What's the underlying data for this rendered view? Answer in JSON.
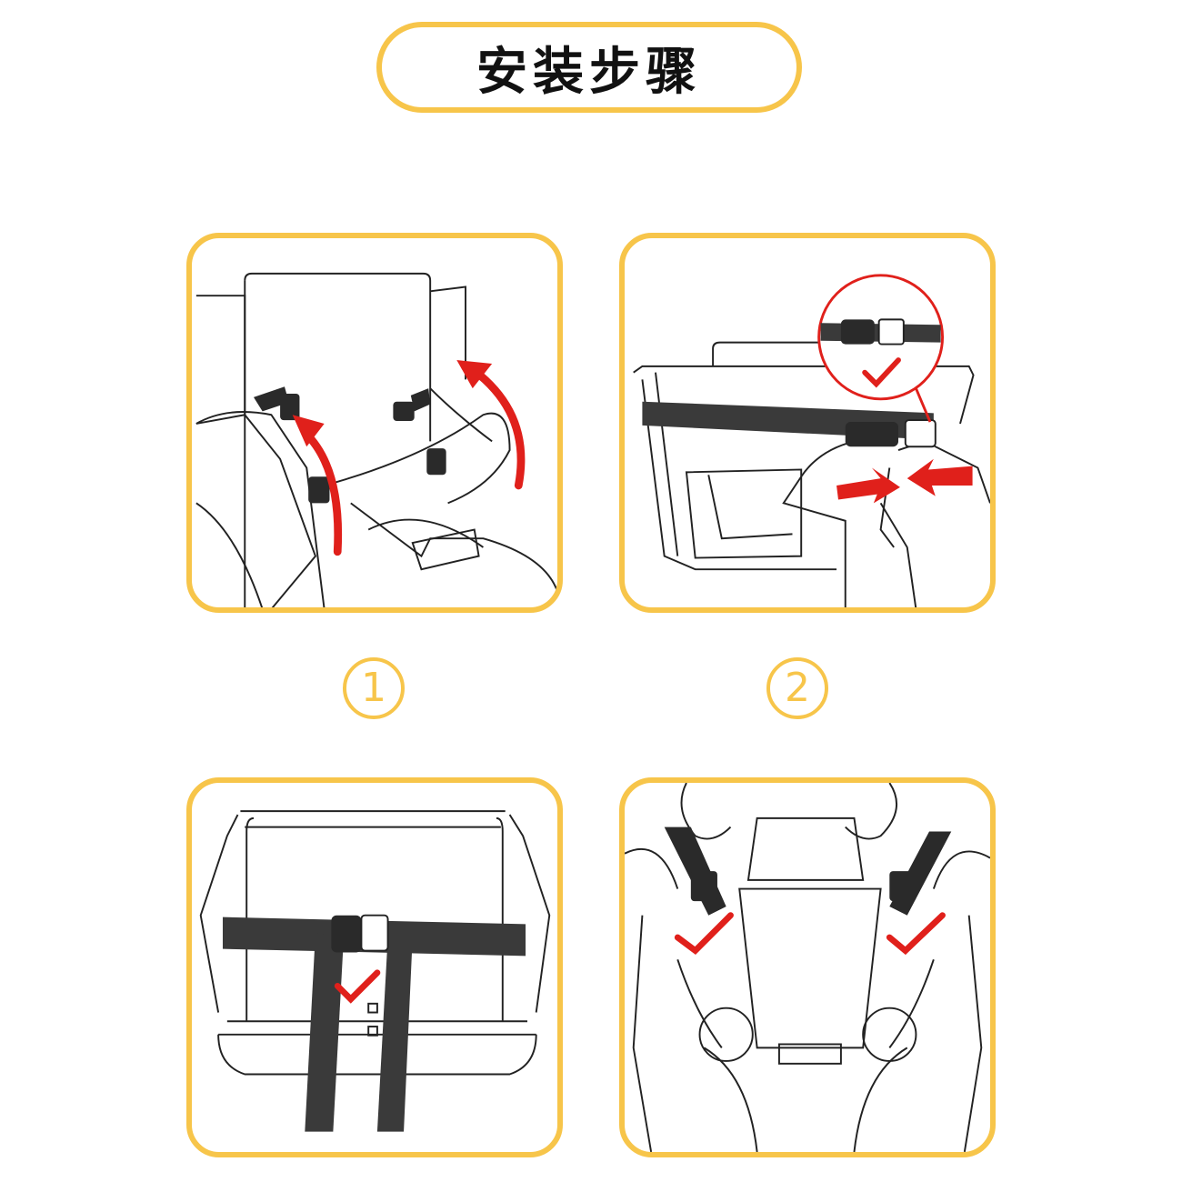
{
  "header": {
    "title": "安装步骤"
  },
  "steps": [
    {
      "number": "1"
    },
    {
      "number": "2"
    }
  ],
  "colors": {
    "accent": "#F7C54A",
    "arrow": "#E0201B",
    "strap": "#3A3A3A",
    "line": "#222222"
  }
}
